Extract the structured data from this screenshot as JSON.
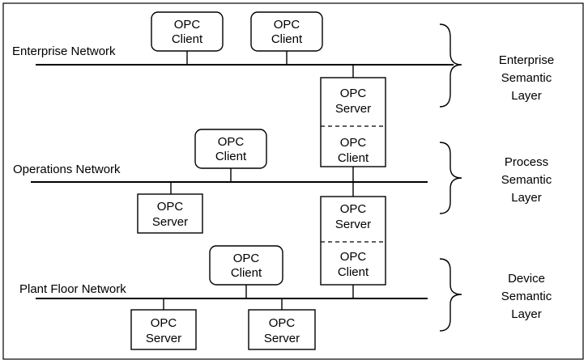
{
  "networks": {
    "enterprise": "Enterprise Network",
    "operations": "Operations Network",
    "plant_floor": "Plant Floor Network"
  },
  "layers": {
    "enterprise": [
      "Enterprise",
      "Semantic",
      "Layer"
    ],
    "process": [
      "Process",
      "Semantic",
      "Layer"
    ],
    "device": [
      "Device",
      "Semantic",
      "Layer"
    ]
  },
  "client": {
    "line1": "OPC",
    "line2": "Client"
  },
  "server": {
    "line1": "OPC",
    "line2": "Server"
  }
}
